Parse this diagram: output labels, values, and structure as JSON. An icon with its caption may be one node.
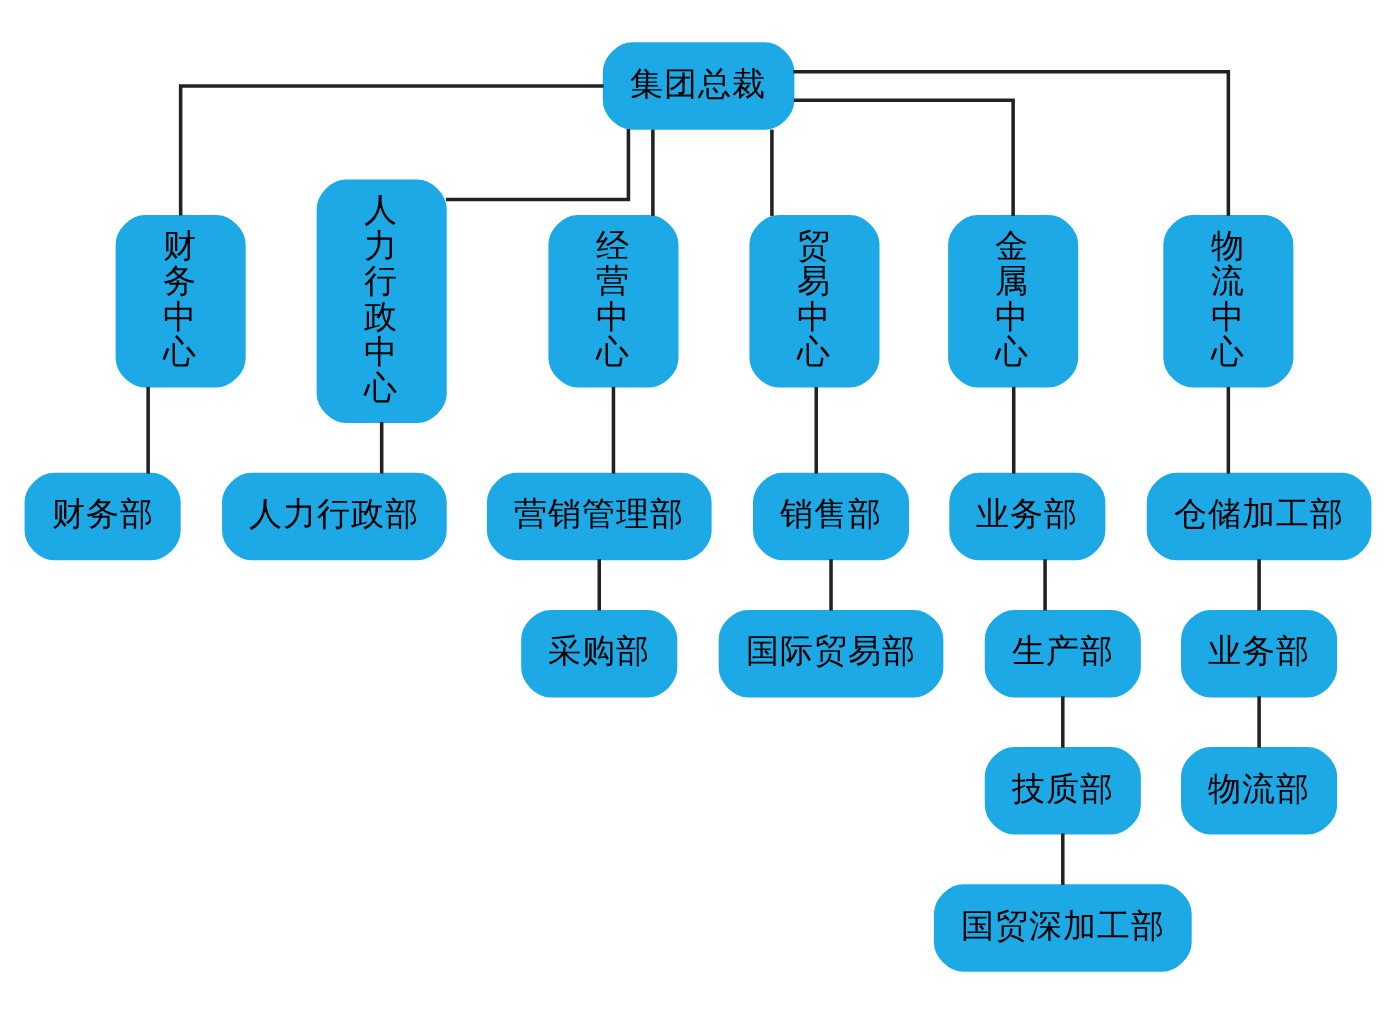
{
  "diagram": {
    "nodes": [
      {
        "text": [
          "集团总裁"
        ]
      },
      {
        "text": [
          "财务中心"
        ]
      },
      {
        "text": [
          "人力行政中心"
        ]
      },
      {
        "text": [
          "经营中心"
        ]
      },
      {
        "text": [
          "贸易中心"
        ]
      },
      {
        "text": [
          "金属中心"
        ]
      },
      {
        "text": [
          "物流中心"
        ]
      },
      {
        "text": [
          "财务部"
        ]
      },
      {
        "text": [
          "人力行政部"
        ]
      },
      {
        "text": [
          "营销管理部"
        ]
      },
      {
        "text": [
          "采购部"
        ]
      },
      {
        "text": [
          "销售部"
        ]
      },
      {
        "text": [
          "国际贸易部"
        ]
      },
      {
        "text": [
          "业务部"
        ]
      },
      {
        "text": [
          "生产部"
        ]
      },
      {
        "text": [
          "技质部"
        ]
      },
      {
        "text": [
          "国贸深加工部"
        ]
      },
      {
        "text": [
          "仓储加工部"
        ]
      },
      {
        "text": [
          "业务部"
        ]
      },
      {
        "text": [
          "物流部"
        ]
      }
    ],
    "edges": [
      {
        "from": 0,
        "to": 1,
        "arrow": "none"
      },
      {
        "from": 0,
        "to": 2,
        "arrow": "none"
      },
      {
        "from": 0,
        "to": 3,
        "arrow": "none"
      },
      {
        "from": 0,
        "to": 4,
        "arrow": "none"
      },
      {
        "from": 0,
        "to": 5,
        "arrow": "none"
      },
      {
        "from": 0,
        "to": 6,
        "arrow": "none"
      },
      {
        "from": 1,
        "to": 7,
        "arrow": "none"
      },
      {
        "from": 2,
        "to": 8,
        "arrow": "none"
      },
      {
        "from": 3,
        "to": 9,
        "arrow": "none"
      },
      {
        "from": 9,
        "to": 10,
        "arrow": "none"
      },
      {
        "from": 4,
        "to": 11,
        "arrow": "none"
      },
      {
        "from": 11,
        "to": 12,
        "arrow": "none"
      },
      {
        "from": 5,
        "to": 13,
        "arrow": "none"
      },
      {
        "from": 13,
        "to": 14,
        "arrow": "none"
      },
      {
        "from": 14,
        "to": 15,
        "arrow": "none"
      },
      {
        "from": 15,
        "to": 16,
        "arrow": "none"
      },
      {
        "from": 6,
        "to": 17,
        "arrow": "none"
      },
      {
        "from": 17,
        "to": 18,
        "arrow": "none"
      },
      {
        "from": 18,
        "to": 19,
        "arrow": "none"
      }
    ]
  }
}
